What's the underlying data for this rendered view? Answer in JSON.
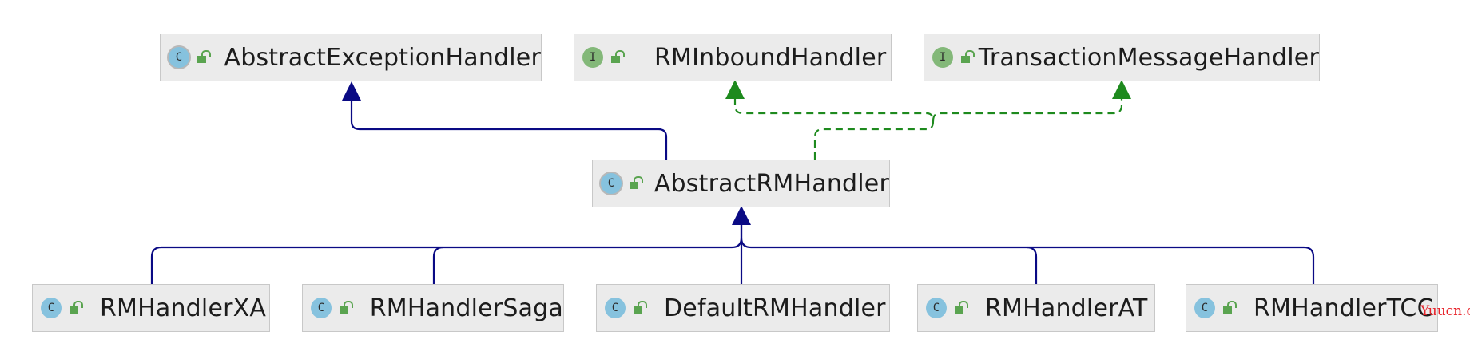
{
  "diagram": {
    "nodes": [
      {
        "id": "abstract-exception-handler",
        "label": "AbstractExceptionHandler",
        "kind": "C"
      },
      {
        "id": "rm-inbound-handler",
        "label": "RMInboundHandler",
        "kind": "I"
      },
      {
        "id": "transaction-message-handler",
        "label": "TransactionMessageHandler",
        "kind": "I"
      },
      {
        "id": "abstract-rm-handler",
        "label": "AbstractRMHandler",
        "kind": "C"
      },
      {
        "id": "rm-handler-xa",
        "label": "RMHandlerXA",
        "kind": "C"
      },
      {
        "id": "rm-handler-saga",
        "label": "RMHandlerSaga",
        "kind": "C"
      },
      {
        "id": "default-rm-handler",
        "label": "DefaultRMHandler",
        "kind": "C"
      },
      {
        "id": "rm-handler-at",
        "label": "RMHandlerAT",
        "kind": "C"
      },
      {
        "id": "rm-handler-tcc",
        "label": "RMHandlerTCC",
        "kind": "C"
      }
    ],
    "edges": [
      {
        "from": "abstract-rm-handler",
        "to": "abstract-exception-handler",
        "type": "extends"
      },
      {
        "from": "abstract-rm-handler",
        "to": "rm-inbound-handler",
        "type": "implements"
      },
      {
        "from": "abstract-rm-handler",
        "to": "transaction-message-handler",
        "type": "implements"
      },
      {
        "from": "rm-handler-xa",
        "to": "abstract-rm-handler",
        "type": "extends"
      },
      {
        "from": "rm-handler-saga",
        "to": "abstract-rm-handler",
        "type": "extends"
      },
      {
        "from": "default-rm-handler",
        "to": "abstract-rm-handler",
        "type": "extends"
      },
      {
        "from": "rm-handler-at",
        "to": "abstract-rm-handler",
        "type": "extends"
      },
      {
        "from": "rm-handler-tcc",
        "to": "abstract-rm-handler",
        "type": "extends"
      }
    ],
    "colors": {
      "extends": "#0a0a84",
      "implements": "#1e8a1e",
      "class_icon": "#86c2de",
      "interface_icon": "#83b879",
      "lock": "#5aa450"
    }
  },
  "watermark": "Yuucn.com"
}
